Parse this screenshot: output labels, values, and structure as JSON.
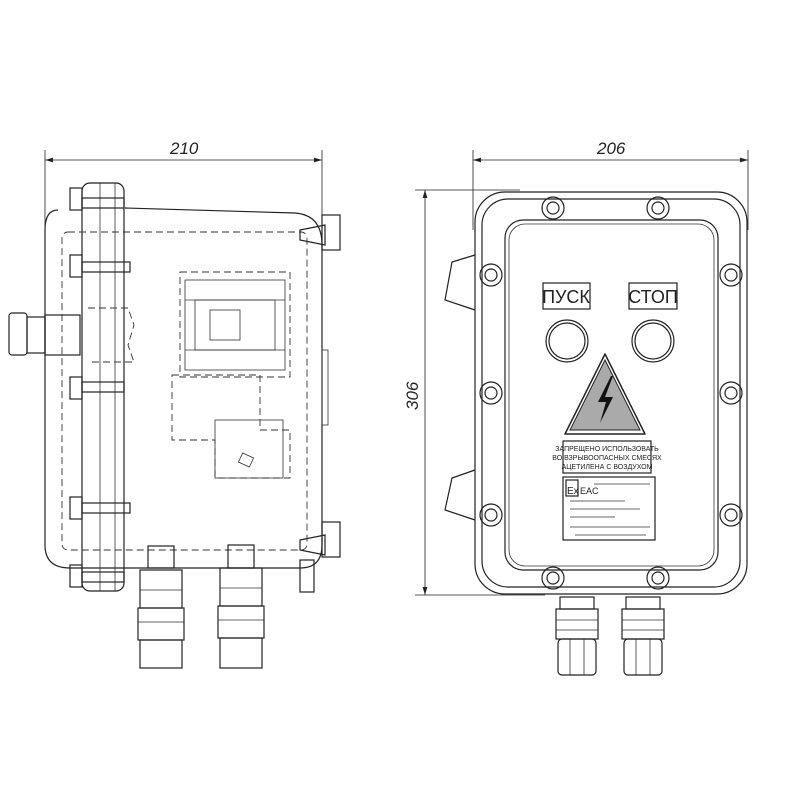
{
  "dimensions": {
    "side_width": "210",
    "front_width": "206",
    "height": "306"
  },
  "front": {
    "start_label": "ПУСК",
    "stop_label": "СТОП",
    "warning_lines": [
      "ЗАПРЕЩЕНО ИСПОЛЬЗОВАТЬ",
      "ВО ВЗРЫВООПАСНЫХ СМЕСЯХ",
      "АЦЕТИЛЕНА С ВОЗДУХОМ"
    ],
    "ex_mark": "Ex",
    "eac_mark": "EAC"
  }
}
